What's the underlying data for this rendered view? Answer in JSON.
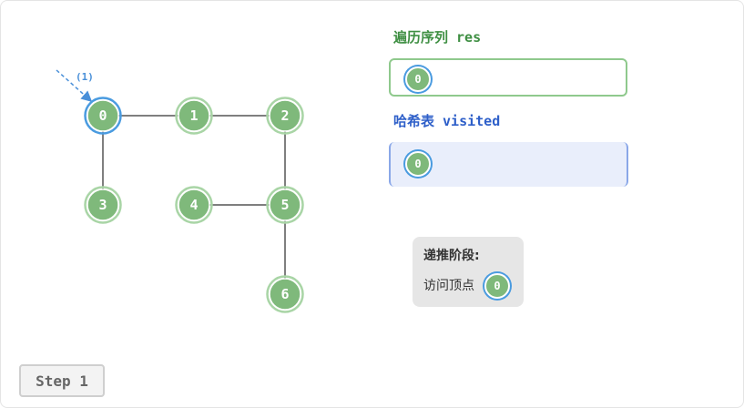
{
  "diagram": {
    "nodes": [
      {
        "id": "0",
        "label": "0",
        "state": "visiting"
      },
      {
        "id": "1",
        "label": "1",
        "state": "unvisited"
      },
      {
        "id": "2",
        "label": "2",
        "state": "unvisited"
      },
      {
        "id": "3",
        "label": "3",
        "state": "unvisited"
      },
      {
        "id": "4",
        "label": "4",
        "state": "unvisited"
      },
      {
        "id": "5",
        "label": "5",
        "state": "unvisited"
      },
      {
        "id": "6",
        "label": "6",
        "state": "unvisited"
      }
    ],
    "edges": [
      [
        "0",
        "1"
      ],
      [
        "1",
        "2"
      ],
      [
        "0",
        "3"
      ],
      [
        "2",
        "5"
      ],
      [
        "4",
        "5"
      ],
      [
        "5",
        "6"
      ]
    ],
    "entry_annotation": "(1)",
    "colors": {
      "node_fill": "#7fb97b",
      "node_ring": "#a9d5a6",
      "active_ring": "#4a9be0",
      "edge": "#7f7f7f",
      "annotation": "#4a90d9"
    }
  },
  "res": {
    "title": "遍历序列 res",
    "items": [
      "0"
    ]
  },
  "visited": {
    "title": "哈希表 visited",
    "items": [
      "0"
    ]
  },
  "note": {
    "title": "递推阶段:",
    "text": "访问顶点",
    "vertex": "0"
  },
  "step_label": "Step 1"
}
